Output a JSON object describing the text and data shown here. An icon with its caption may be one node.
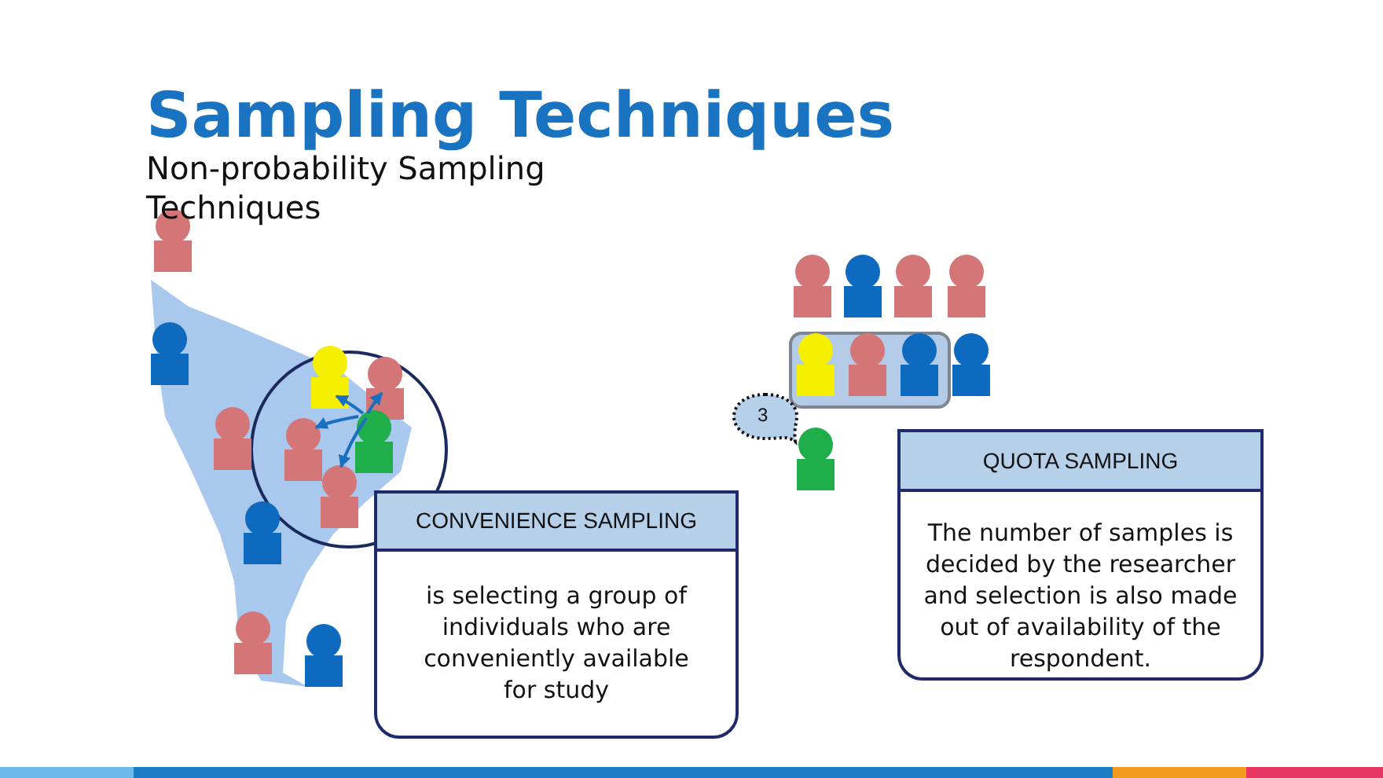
{
  "diagram": {
    "title": "Sampling Techniques",
    "nodes": [
      {
        "text": [],
        "shape": "circle"
      },
      {
        "text": [],
        "shape": "person",
        "in": 0
      },
      {
        "text": [],
        "shape": "person",
        "in": 0
      },
      {
        "text": [],
        "shape": "person",
        "in": 0
      },
      {
        "text": [],
        "shape": "person",
        "in": 0
      },
      {
        "text": [],
        "shape": "person",
        "in": 0
      },
      {
        "text": [
          "3"
        ]
      },
      {
        "text": [
          "QUOTA SAMPLING",
          "The number of samples is decided by the researcher and selection is also made out of availability of the respondent."
        ]
      },
      {
        "text": [
          "CONVENIENCE SAMPLING",
          "is selecting a group of individuals who are conveniently available for study"
        ]
      }
    ],
    "edges": [
      {
        "from": 4,
        "to": 1,
        "arrow": "to"
      },
      {
        "from": 4,
        "to": 3,
        "arrow": "to"
      },
      {
        "from": 4,
        "to": 2,
        "arrow": "to"
      },
      {
        "from": 4,
        "to": 5,
        "arrow": "to"
      }
    ],
    "labels": [
      "Non-probability Sampling Techniques"
    ]
  }
}
